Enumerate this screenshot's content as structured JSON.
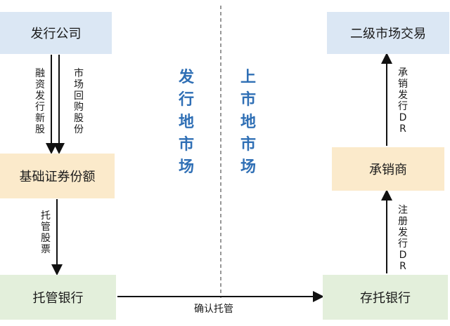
{
  "nodes": {
    "issuer": "发行公司",
    "basic_shares": "基础证券份额",
    "custodian_bank": "托管银行",
    "secondary_market": "二级市场交易",
    "underwriter": "承销商",
    "depositary_bank": "存托银行"
  },
  "edges": {
    "financing_new_shares": "融资发行新股",
    "market_buyback": "市场回购股份",
    "custody_shares": "托管股票",
    "confirm_custody": "确认托管",
    "underwrite_issue_dr": "承销发行DR",
    "register_issue_dr": "注册发行DR"
  },
  "regions": {
    "issuance_market": "发行地市场",
    "listing_market": "上市地市场"
  },
  "colors": {
    "blue_box": "#dbe7f4",
    "yellow_box": "#fbeacb",
    "green_box": "#e3efdb",
    "region_text": "#2f6fb5"
  }
}
